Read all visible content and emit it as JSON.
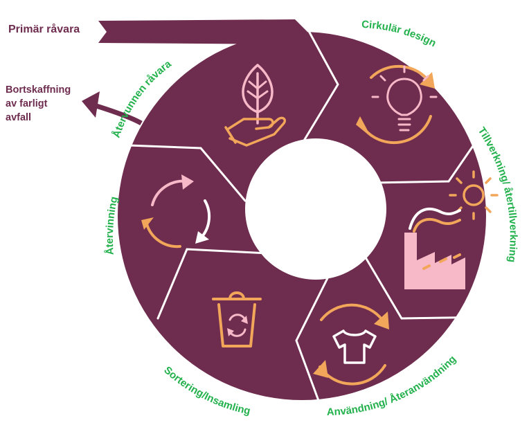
{
  "external": {
    "primary_input": "Primär råvara",
    "hazardous_waste": [
      "Bortskaffning",
      "av farligt",
      "avfall"
    ]
  },
  "stages": [
    {
      "id": "circular-design",
      "label": "Cirkulär design",
      "icon": "lightbulb-cycle-icon"
    },
    {
      "id": "manufacturing",
      "label": "Tillverkning/ återtillverkning",
      "icon": "factory-sun-icon"
    },
    {
      "id": "use-reuse",
      "label": "Användning/ Återanvändning",
      "icon": "tshirt-cycle-icon"
    },
    {
      "id": "sorting-collection",
      "label": "Sortering/Insamling",
      "icon": "recycle-bin-icon"
    },
    {
      "id": "recycling",
      "label": "Återvinning",
      "icon": "recycle-arrows-icon"
    },
    {
      "id": "recycled-material",
      "label": "Återvunnen råvara",
      "icon": "leaf-hand-icon"
    }
  ],
  "colors": {
    "ring": "#6e2c4e",
    "label_green": "#22b14c",
    "icon_orange": "#f2a65a",
    "icon_pink": "#f7b8c8",
    "icon_white": "#ffffff"
  }
}
